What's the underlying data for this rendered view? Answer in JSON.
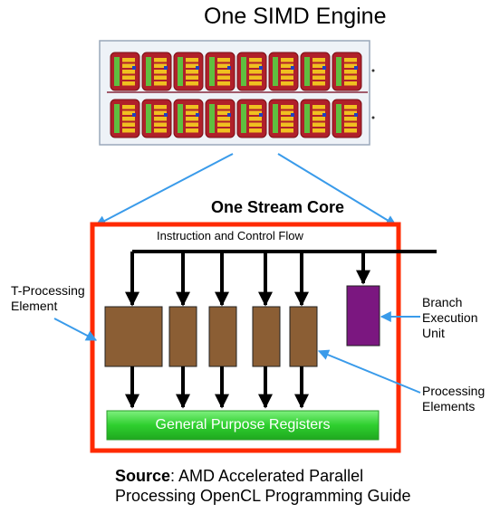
{
  "title": "One SIMD Engine",
  "core_title": "One Stream Core",
  "instruction_flow_label": "Instruction and Control Flow",
  "t_processing_label": [
    "T-Processing",
    "Element"
  ],
  "branch_label": [
    "Branch",
    "Execution",
    "Unit"
  ],
  "processing_label": [
    "Processing",
    "Elements"
  ],
  "registers_label": "General Purpose Registers",
  "source": {
    "label": "Source",
    "line1": ":  AMD Accelerated Parallel",
    "line2": "Processing OpenCL Programming Guide"
  },
  "colors": {
    "core_border": "#ff2a00",
    "processing_element": "#8b5e34",
    "branch_unit": "#7b1780",
    "registers": "#2fcf2f",
    "arrow_blue": "#3a9bea",
    "simd_frame": "#eef2f7"
  }
}
